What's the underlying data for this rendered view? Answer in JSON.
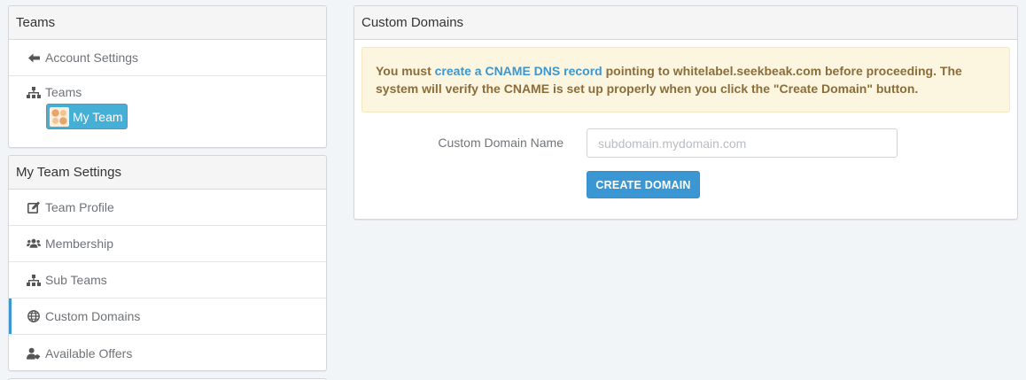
{
  "sidebar": {
    "teams_panel": {
      "title": "Teams",
      "items": [
        {
          "label": "Account Settings",
          "icon": "arrow-left-icon"
        },
        {
          "label": "Teams",
          "icon": "sitemap-icon"
        }
      ],
      "team_badge": {
        "label": "My Team",
        "icon": "team-avatar"
      }
    },
    "settings_panel": {
      "title": "My Team Settings",
      "items": [
        {
          "label": "Team Profile",
          "icon": "edit-icon",
          "active": false
        },
        {
          "label": "Membership",
          "icon": "users-icon",
          "active": false
        },
        {
          "label": "Sub Teams",
          "icon": "sitemap-icon",
          "active": false
        },
        {
          "label": "Custom Domains",
          "icon": "globe-icon",
          "active": true
        },
        {
          "label": "Available Offers",
          "icon": "user-tag-icon",
          "active": false
        }
      ]
    }
  },
  "main": {
    "title": "Custom Domains",
    "alert": {
      "prefix": "You must ",
      "link_text": "create a CNAME DNS record",
      "suffix": " pointing to whitelabel.seekbeak.com before proceeding. The system will verify the CNAME is set up properly when you click the \"Create Domain\" button."
    },
    "form": {
      "label": "Custom Domain Name",
      "value": "",
      "placeholder": "subdomain.mydomain.com",
      "submit_label": "CREATE DOMAIN"
    }
  },
  "colors": {
    "accent": "#3a97d4",
    "badge": "#45afd6",
    "alert_bg": "#fcf6e1",
    "alert_text": "#8a6d3b",
    "page_bg": "#f1f5f8"
  }
}
